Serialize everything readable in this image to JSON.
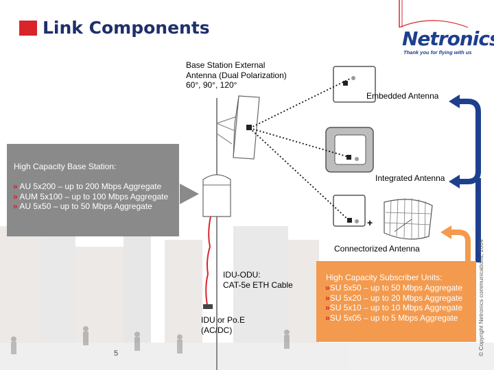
{
  "title": "Link Components",
  "logo": {
    "name": "Netronics",
    "tagline": "Thank you for flying with us"
  },
  "bs_antenna_label": [
    "Base Station External",
    "Antenna (Dual Polarization)",
    "60°, 90°, 120°"
  ],
  "embedded_antenna_label": "Embedded Antenna",
  "integrated_antenna_label": "Integrated Antenna",
  "connectorized_antenna_label": "Connectorized Antenna",
  "plus_sign": "+",
  "base_station": {
    "heading": "High Capacity Base Station:",
    "items": [
      "AU 5x200 – up to 200 Mbps Aggregate",
      "AUM 5x100 – up to 100 Mbps Aggregate",
      "AU 5x50 – up to 50 Mbps Aggregate"
    ]
  },
  "subscriber_units": {
    "heading": "High Capacity Subscriber Units:",
    "items": [
      "SU 5x50 – up to 50 Mbps Aggregate",
      "SU 5x20 – up to 20 Mbps Aggregate",
      "SU 5x10 – up to 10 Mbps Aggregate",
      "SU 5x05 – up to 5 Mbps Aggregate"
    ]
  },
  "idu_odu_label": [
    "IDU-ODU:",
    "CAT-5e ETH Cable"
  ],
  "idu_poe_label": [
    "IDU or Po.E",
    "(AC/DC)"
  ],
  "page_number": "5",
  "copyright": "© Copyright Netronics communications, 2009",
  "colors": {
    "accent_red": "#d8242a",
    "navy": "#1f2f6b",
    "arrow_blue": "#1d3f8e",
    "orange": "#f39a4e",
    "gray_box": "#8a8a8a"
  }
}
